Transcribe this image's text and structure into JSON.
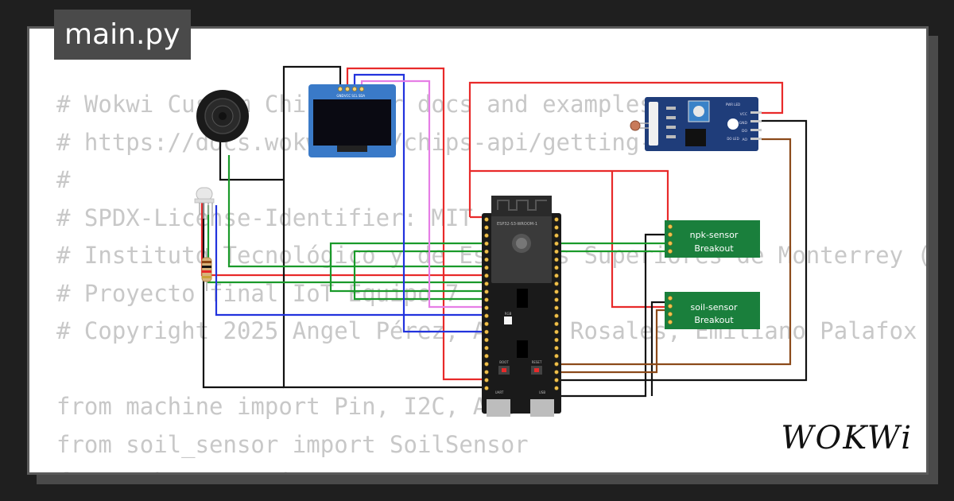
{
  "file_tab": {
    "label": "main.py"
  },
  "code_lines": [
    "# Wokwi Custom Chips: for docs and examples see:",
    "# https://docs.wokwi.com/chips-api/getting-started",
    "#",
    "# SPDX-License-Identifier: MIT",
    "# Instituto Tecnológico y de Estudios Superiores de Monterrey (ITESM)",
    "# Proyecto final IoT Equipo 7",
    "# Copyright 2025 Angel Pérez, Adrian Rosales, Emiliano Palafox",
    "",
    "from machine import Pin, I2C, ADC",
    "from soil_sensor import SoilSensor",
    "from npk_sensor import NPKSensor"
  ],
  "components": {
    "oled": {
      "pins": [
        "GND",
        "VCC",
        "SCL",
        "SDA"
      ]
    },
    "esp32": {
      "model": "ESP32-S3-WROOM-1",
      "buttons": [
        "BOOT",
        "RESET"
      ],
      "ports": [
        "UART",
        "USB"
      ],
      "led_label": "RGB"
    },
    "ldr_module": {
      "pins": [
        "VCC",
        "GND",
        "DO",
        "AO"
      ],
      "leds": [
        "PWR LED",
        "DO LED"
      ]
    },
    "npk_breakout": {
      "label_line1": "npk-sensor",
      "label_line2": "Breakout"
    },
    "soil_breakout": {
      "label_line1": "soil-sensor",
      "label_line2": "Breakout"
    }
  },
  "brand": {
    "logo_text": "WOKWi"
  },
  "colors": {
    "background": "#1f1f1f",
    "card": "#ffffff",
    "tab": "#4a4a4a",
    "breakout": "#1a7f3c",
    "pcb_blue": "#1f3d7a",
    "wire_red": "#e82a2a",
    "wire_black": "#111111",
    "wire_green": "#1a9a2a",
    "wire_blue": "#2233dd",
    "wire_pink": "#e67ee6",
    "wire_brown": "#8b4a1a"
  }
}
